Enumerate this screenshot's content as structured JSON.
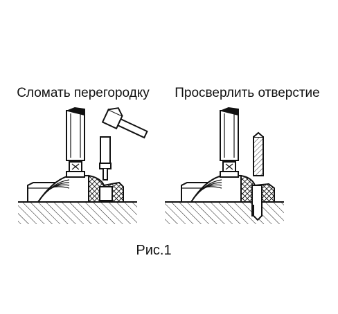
{
  "figure": {
    "left_label": "Сломать перегородку",
    "right_label": "Просверлить отверстие",
    "caption": "Рис.1"
  },
  "colors": {
    "ink": "#111111",
    "background": "#ffffff"
  }
}
